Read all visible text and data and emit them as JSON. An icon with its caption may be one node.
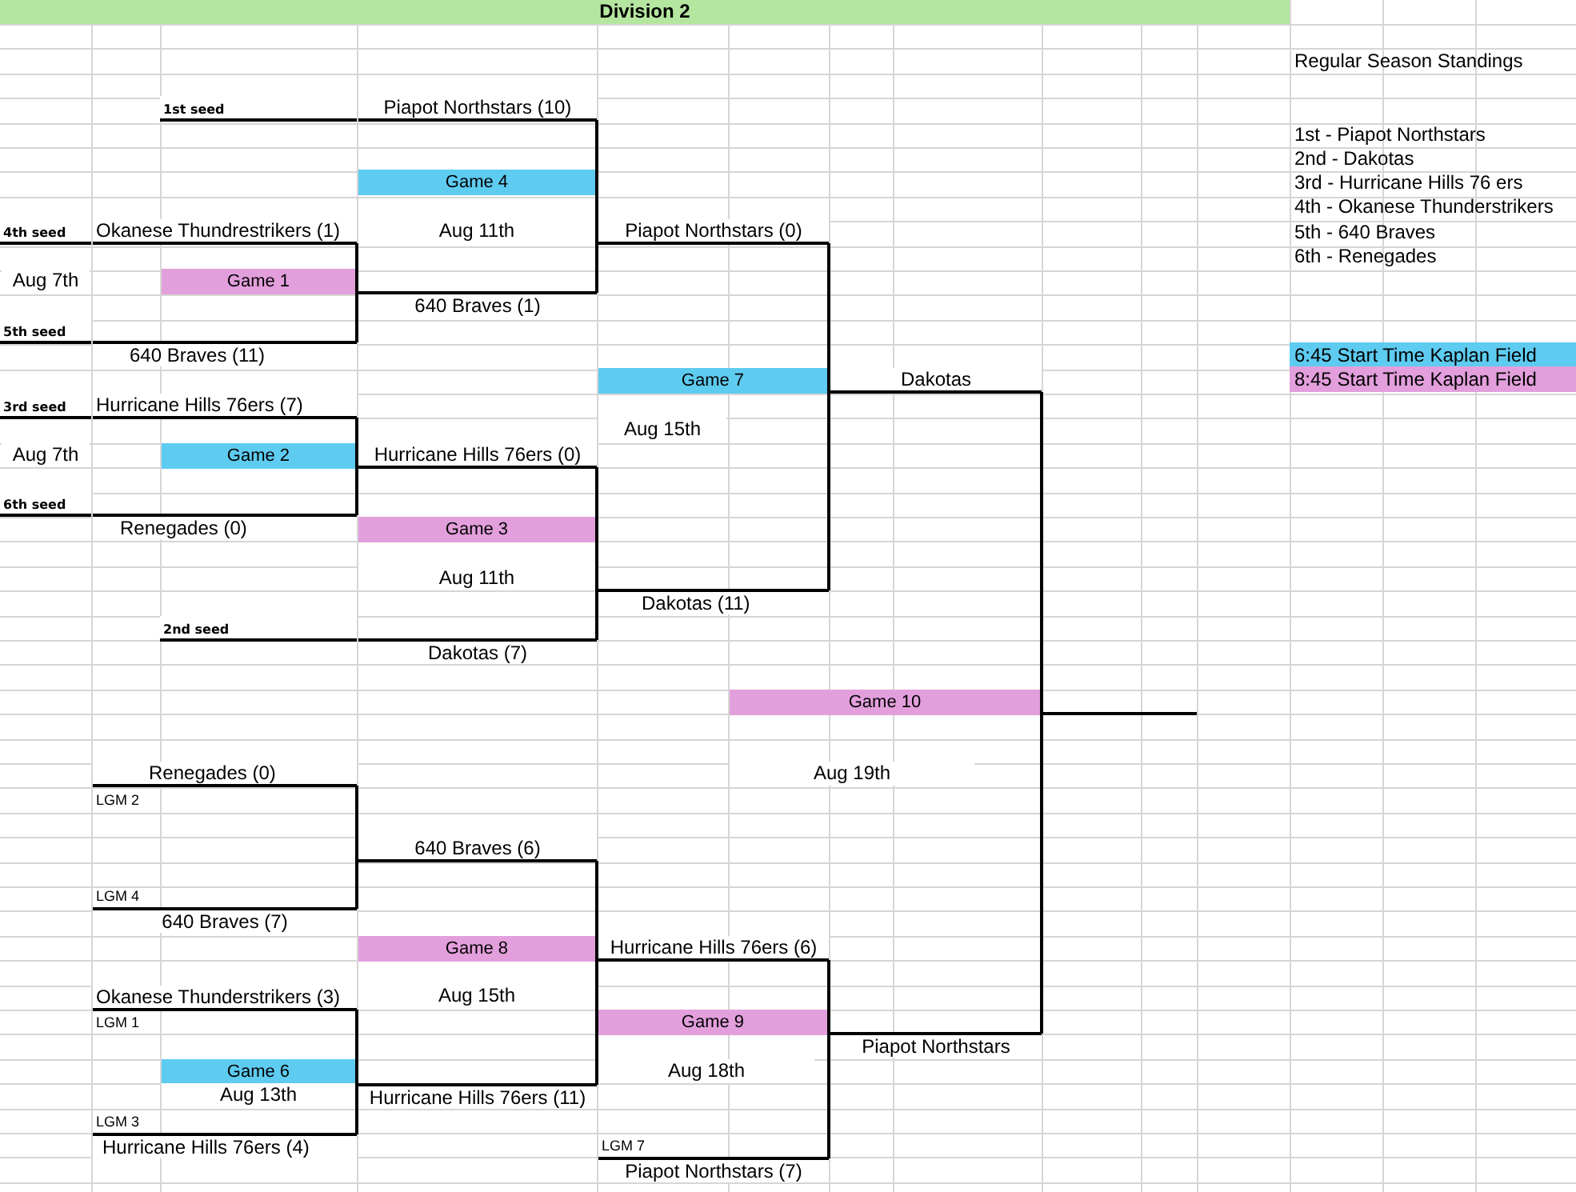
{
  "diagram": {
    "title": "Division 2",
    "nodes": [
      {
        "text": [
          "1st seed"
        ]
      },
      {
        "text": [
          "Piapot Northstars (10)"
        ]
      },
      {
        "text": [
          "Game 4"
        ],
        "beside": [
          "Aug 11th"
        ]
      },
      {
        "text": [
          "4th seed"
        ]
      },
      {
        "text": [
          "Okanese Thundrestrikers (1)"
        ]
      },
      {
        "text": [
          "Piapot Northstars (0)"
        ]
      },
      {
        "text": [
          "Game 1"
        ]
      },
      {
        "text": [
          "640 Braves (1)"
        ]
      },
      {
        "text": [
          "5th seed"
        ]
      },
      {
        "text": [
          "640 Braves (11)"
        ]
      },
      {
        "text": [
          "Game 7"
        ],
        "beside": [
          "Aug 15th"
        ]
      },
      {
        "text": [
          "Dakotas"
        ]
      },
      {
        "text": [
          "3rd seed"
        ]
      },
      {
        "text": [
          "Hurricane Hills 76ers (7)"
        ]
      },
      {
        "text": [
          "Game 2"
        ]
      },
      {
        "text": [
          "Hurricane Hills 76ers (0)"
        ]
      },
      {
        "text": [
          "6th seed"
        ]
      },
      {
        "text": [
          "Renegades (0)"
        ]
      },
      {
        "text": [
          "Game 3"
        ],
        "beside": [
          "Aug 11th"
        ]
      },
      {
        "text": [
          "Dakotas (11)"
        ]
      },
      {
        "text": [
          "2nd seed"
        ]
      },
      {
        "text": [
          "Dakotas (7)"
        ]
      },
      {
        "text": [
          "Game 10"
        ],
        "beside": [
          "Aug 19th"
        ]
      },
      {
        "text": [
          "Renegades (0)"
        ],
        "beside": [
          "LGM 2"
        ]
      },
      {
        "text": [
          "640 Braves (6)"
        ]
      },
      {
        "text": [
          "640 Braves (7)"
        ],
        "beside": [
          "LGM 4"
        ]
      },
      {
        "text": [
          "Game 8"
        ],
        "beside": [
          "Aug 15th"
        ]
      },
      {
        "text": [
          "Hurricane Hills 76ers (6)"
        ]
      },
      {
        "text": [
          "Okanese Thunderstrikers (3)"
        ],
        "beside": [
          "LGM 1"
        ]
      },
      {
        "text": [
          "Game 9"
        ],
        "beside": [
          "Aug 18th"
        ]
      },
      {
        "text": [
          "Piapot Northstars"
        ]
      },
      {
        "text": [
          "Game 6"
        ],
        "beside": [
          "Aug 13th"
        ]
      },
      {
        "text": [
          "Hurricane Hills 76ers (11)"
        ]
      },
      {
        "text": [
          "Hurricane Hills 76ers (4)"
        ],
        "beside": [
          "LGM 3"
        ]
      },
      {
        "text": [
          "Piapot Northstars (7)"
        ],
        "beside": [
          "LGM 7"
        ]
      }
    ],
    "edges": [
      {
        "from": 1,
        "to": 5,
        "arrow": "none"
      },
      {
        "from": 4,
        "to": 7,
        "arrow": "none"
      },
      {
        "from": 9,
        "to": 7,
        "arrow": "none"
      },
      {
        "from": 7,
        "to": 5,
        "arrow": "none"
      },
      {
        "from": 5,
        "to": 11,
        "arrow": "none"
      },
      {
        "from": 13,
        "to": 15,
        "arrow": "none"
      },
      {
        "from": 17,
        "to": 15,
        "arrow": "none"
      },
      {
        "from": 15,
        "to": 19,
        "arrow": "none"
      },
      {
        "from": 21,
        "to": 19,
        "arrow": "none"
      },
      {
        "from": 19,
        "to": 11,
        "arrow": "none"
      },
      {
        "from": 11,
        "to": null,
        "arrow": "none"
      },
      {
        "from": 23,
        "to": 24,
        "arrow": "none"
      },
      {
        "from": 25,
        "to": 24,
        "arrow": "none"
      },
      {
        "from": 24,
        "to": 27,
        "arrow": "none"
      },
      {
        "from": 28,
        "to": 32,
        "arrow": "none"
      },
      {
        "from": 33,
        "to": 32,
        "arrow": "none"
      },
      {
        "from": 32,
        "to": 27,
        "arrow": "none"
      },
      {
        "from": 27,
        "to": 30,
        "arrow": "none"
      },
      {
        "from": 34,
        "to": 30,
        "arrow": "none"
      },
      {
        "from": 30,
        "to": null,
        "arrow": "none"
      }
    ],
    "labels": [
      "Regular Season Standings",
      "1st - Piapot Northstars",
      "2nd - Dakotas",
      "3rd - Hurricane Hills 76 ers",
      "4th - Okanese Thunderstrikers",
      "5th - 640 Braves",
      "6th - Renegades",
      "Aug 7th",
      "Aug 7th"
    ],
    "legend": [
      {
        "text": "6:45 Start Time Kaplan Field",
        "color": "#5ecbf0"
      },
      {
        "text": "8:45 Start Time Kaplan Field",
        "color": "#e29fdc"
      }
    ]
  }
}
